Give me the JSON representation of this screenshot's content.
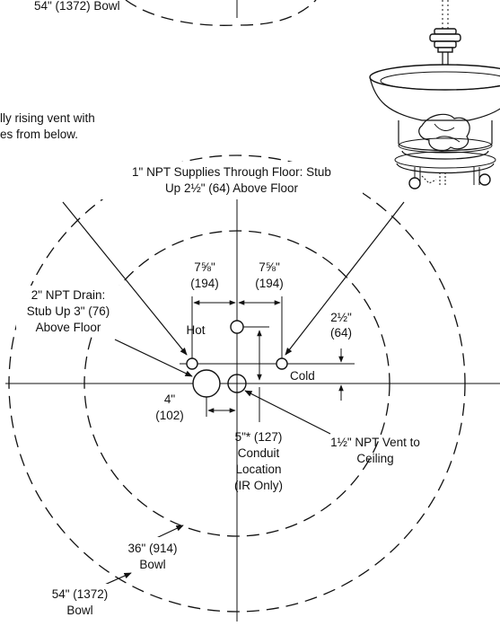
{
  "top_bowl_label": "54\" (1372) Bowl",
  "vent_note": {
    "line1": "lly rising vent with",
    "line2": "es from below."
  },
  "supplies_label": {
    "line1": "1\" NPT Supplies Through Floor: Stub",
    "line2": "Up 2½\" (64) Above Floor"
  },
  "dim_left": {
    "line1": "7⅝\"",
    "line2": "(194)"
  },
  "dim_right": {
    "line1": "7⅝\"",
    "line2": "(194)"
  },
  "drain_label": {
    "line1": "2\" NPT Drain:",
    "line2": "Stub Up 3\" (76)",
    "line3": "Above Floor"
  },
  "hot_label": "Hot",
  "cold_label": "Cold",
  "dim_height": {
    "line1": "2½\"",
    "line2": "(64)"
  },
  "dim_4": {
    "line1": "4\"",
    "line2": "(102)"
  },
  "dim_5": {
    "line1": "5\"* (127)",
    "line2": "Conduit",
    "line3": "Location",
    "line4": "(IR Only)"
  },
  "vent_label": {
    "line1": "1½\" NPT Vent to",
    "line2": "Ceiling"
  },
  "bowl_36": {
    "line1": "36\" (914)",
    "line2": "Bowl"
  },
  "bowl_54": {
    "line1": "54\" (1372)",
    "line2": "Bowl"
  }
}
